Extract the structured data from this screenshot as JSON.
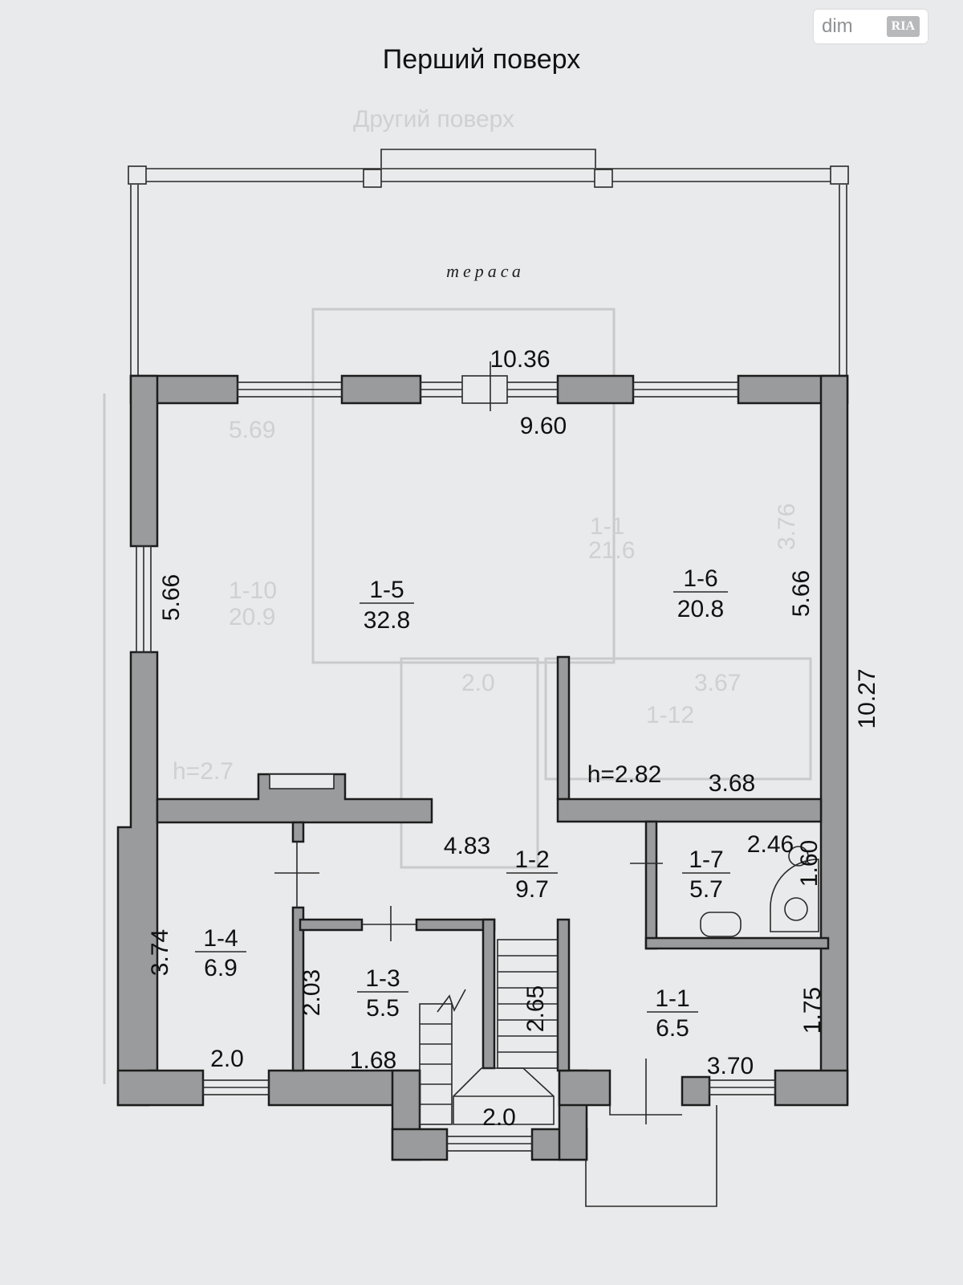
{
  "header": {
    "title": "Перший поверх",
    "ghost_title": "Другий поверх"
  },
  "watermark": {
    "brand": "dim",
    "brand2": "RIA"
  },
  "terrace": {
    "label": "тераса"
  },
  "rooms": {
    "r15": {
      "id": "1-5",
      "area": "32.8"
    },
    "r16": {
      "id": "1-6",
      "area": "20.8"
    },
    "r12": {
      "id": "1-2",
      "area": "9.7"
    },
    "r17": {
      "id": "1-7",
      "area": "5.7"
    },
    "r14": {
      "id": "1-4",
      "area": "6.9"
    },
    "r13": {
      "id": "1-3",
      "area": "5.5"
    },
    "r11": {
      "id": "1-1",
      "area": "6.5"
    }
  },
  "dimensions": {
    "outer_width": "10.36",
    "inner_width": "9.60",
    "left_height": "5.66",
    "right_height": "5.66",
    "total_height": "10.27",
    "ceiling": "h=2.82",
    "room16_width": "3.68",
    "hall_width": "4.83",
    "room17_width": "2.46",
    "room17_height": "1.60",
    "room14_height": "3.74",
    "room14_width": "2.0",
    "room13_height": "2.03",
    "room13_width": "1.68",
    "stair_height": "2.65",
    "stair_width": "2.0",
    "room11_width": "3.70",
    "room11_height": "1.75"
  },
  "ghost": {
    "g1": "5.69",
    "g2": "1-1",
    "g3": "21.6",
    "g4": "1-10",
    "g5": "20.9",
    "g6": "2.0",
    "g7": "3.67",
    "g8": "1-12",
    "g9": "3.76",
    "g10": "h=2.7"
  }
}
